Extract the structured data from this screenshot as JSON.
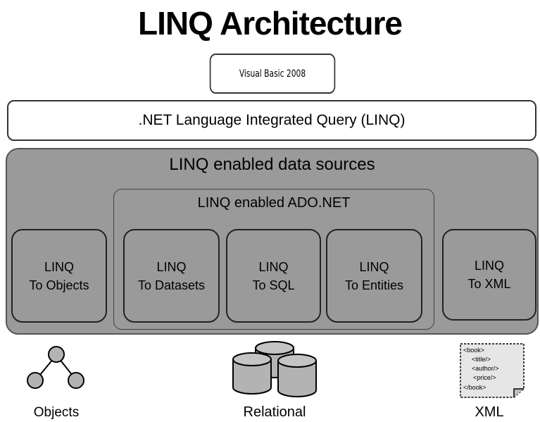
{
  "title": "LINQ Architecture",
  "language": "Visual Basic 2008",
  "linq_bar": ".NET Language Integrated Query (LINQ)",
  "data_sources": {
    "title": "LINQ enabled data sources",
    "ado_title": "LINQ enabled ADO.NET",
    "providers": [
      {
        "line1": "LINQ",
        "line2": "To Objects"
      },
      {
        "line1": "LINQ",
        "line2": "To Datasets"
      },
      {
        "line1": "LINQ",
        "line2": "To SQL"
      },
      {
        "line1": "LINQ",
        "line2": "To Entities"
      },
      {
        "line1": "LINQ",
        "line2": "To XML"
      }
    ]
  },
  "stores": {
    "objects_label": "Objects",
    "relational_label": "Relational",
    "xml_label": "XML",
    "xml_doc_lines": [
      "<book>",
      "<title/>",
      "<author/>",
      "<price/>",
      "</book>"
    ]
  },
  "icons": [
    "object-graph-icon",
    "database-icon",
    "xml-document-icon"
  ],
  "colors": {
    "panel_fill": "#9a9a9a",
    "outline": "#333333",
    "box_fill": "#ffffff"
  }
}
